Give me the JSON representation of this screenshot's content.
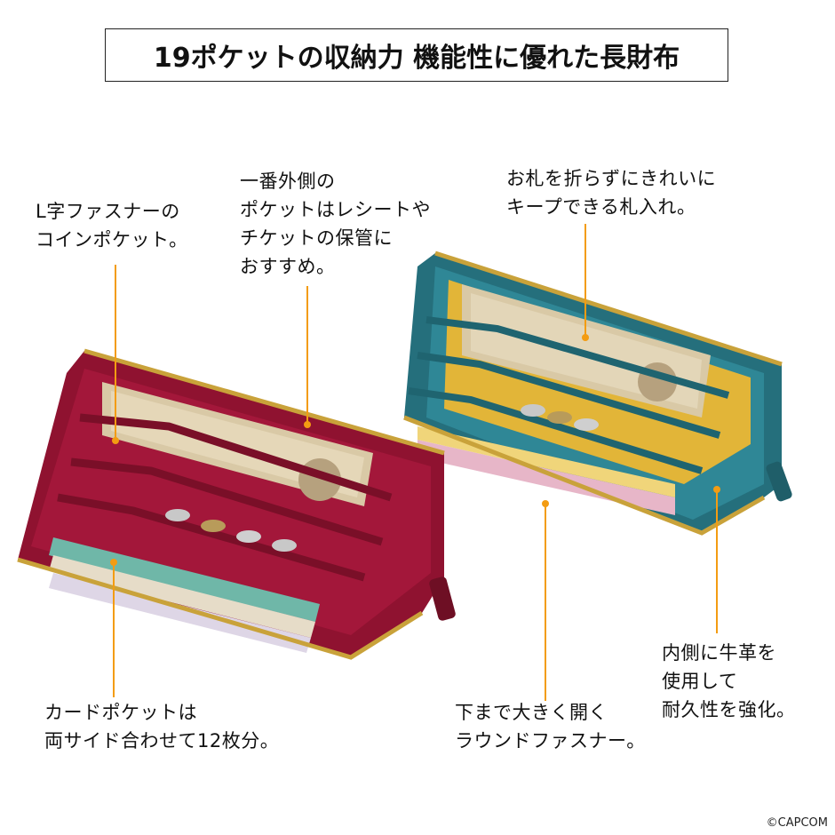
{
  "title": "19ポケットの収納力 機能性に優れた長財布",
  "labels": {
    "coin_pocket": "L字ファスナーの\nコインポケット。",
    "outer_pocket": "一番外側の\nポケットはレシートや\nチケットの保管に\nおすすめ。",
    "bill_pocket": "お札を折らずにきれいに\nキープできる札入れ。",
    "card_pocket": "カードポケットは\n両サイド合わせて12枚分。",
    "round_zipper": "下まで大きく開く\nラウンドファスナー。",
    "cowhide": "内側に牛革を\n使用して\n耐久性を強化。"
  },
  "copyright": "©CAPCOM",
  "colors": {
    "accent_line": "#f39c12",
    "red_wallet": "#a3173a",
    "teal_wallet": "#2f7f8c",
    "zipper": "#c9a23a"
  }
}
